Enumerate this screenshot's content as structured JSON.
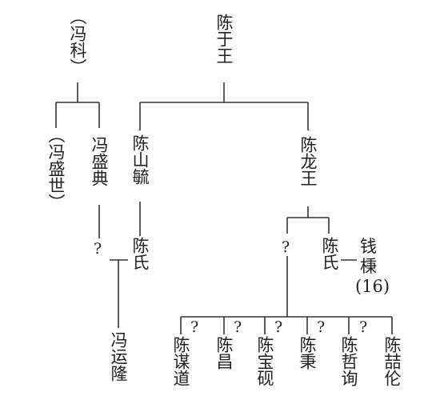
{
  "nodes": {
    "feng_ke": "（冯科）",
    "feng_shengshi": "（冯盛世）",
    "feng_shengdian": "冯盛典",
    "feng_yunlong": "冯运隆",
    "chen_yuwang": "陈于王",
    "chen_shanshu": "陈山毓",
    "chen_shi_left": "陈氏",
    "chen_longwang": "陈龙王",
    "chen_shi_right": "陈氏",
    "qian_line1": "钱",
    "qian_line2": "棅",
    "qian_note": "(16)",
    "chen_moudao": "陈谋道",
    "chen_chang": "陈昌",
    "chen_baoyan": "陈宝砚",
    "chen_bing": "陈秉",
    "chen_zhexun": "陈哲询",
    "chen_zhelun": "陈喆伦"
  },
  "unknown_mark": "?"
}
